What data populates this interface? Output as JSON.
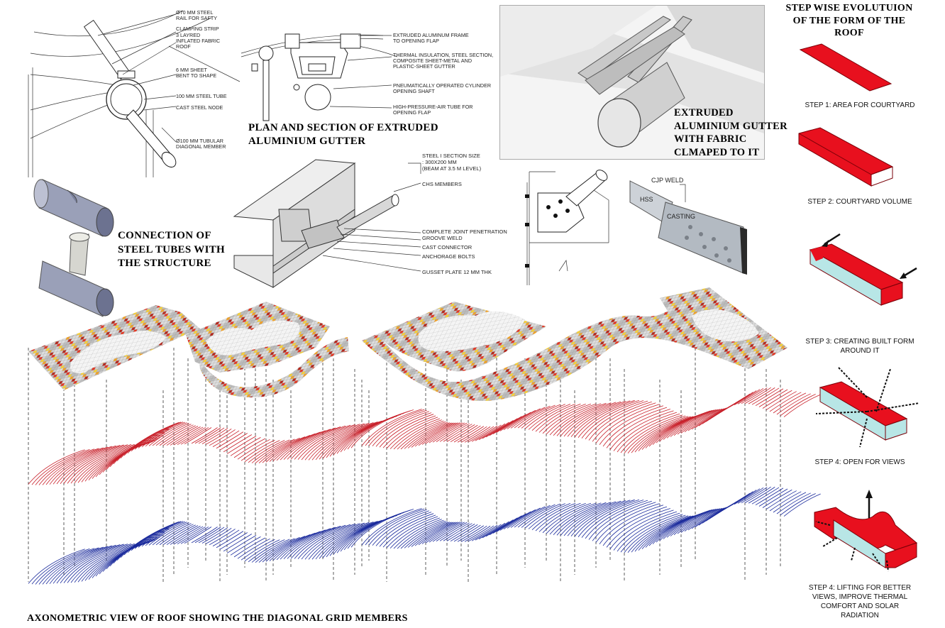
{
  "titles": {
    "plan_section": [
      "PLAN AND SECTION OF EXTRUDED",
      "ALUMINIUM GUTTER"
    ],
    "connection": [
      "CONNECTION OF",
      "STEEL TUBES WITH",
      "THE STRUCTURE"
    ],
    "gutter_fabric": [
      "EXTRUDED",
      "ALUMINIUM GUTTER",
      "WITH FABRIC",
      "CLMAPED TO IT"
    ],
    "step_wise": [
      "STEP WISE EVOLUTUION",
      "OF THE FORM OF THE",
      "ROOF"
    ],
    "axonometric": "AXONOMETRIC VIEW OF ROOF SHOWING THE DIAGONAL GRID MEMBERS"
  },
  "node_labels": [
    "Ø70 MM STEEL",
    "RAIL FOR SAFTY",
    "CLAMPING STRIP",
    "3 LAYRED",
    "INFLATED FABRIC",
    "ROOF",
    "6 MM SHEET",
    "BENT TO SHAPE",
    "100 MM STEEL TUBE",
    "CAST STEEL NODE",
    "Ø100 MM TUBULAR",
    "DIAGONAL MEMBER"
  ],
  "gutter_labels": [
    "EXTRUDED ALUMINUM FRAME",
    "TO OPENING FLAP",
    "THERMAL INSULATION, STEEL SECTION,",
    "COMPOSITE SHEET-METAL AND",
    "PLASTIC-SHEET GUTTER",
    "PNEUMATICALLY OPERATED CYLINDER",
    "OPENING SHAFT",
    "HIGH-PRESSURE-AIR TUBE FOR",
    "OPENING FLAP"
  ],
  "beam_labels": [
    "STEEL I SECTION SIZE",
    ": 300X200 MM",
    "(BEAM AT 3.5 M LEVEL)",
    "CHS MEMBERS",
    "COMPLETE JOINT PENETRATION",
    "GROOVE WELD",
    "CAST CONNECTOR",
    "ANCHORAGE BOLTS",
    "GUSSET PLATE 12 MM THK"
  ],
  "casting_labels": {
    "weld": "CJP WELD",
    "hss": "HSS",
    "casting": "CASTING"
  },
  "steps": [
    {
      "label": [
        "STEP 1: AREA FOR COURTYARD"
      ]
    },
    {
      "label": [
        "STEP 2: COURTYARD VOLUME"
      ]
    },
    {
      "label": [
        "STEP 3: CREATING BUILT FORM",
        "AROUND IT"
      ]
    },
    {
      "label": [
        "STEP 4: OPEN FOR VIEWS"
      ]
    },
    {
      "label": [
        "STEP 4: LIFTING FOR BETTER",
        "VIEWS, IMPROVE THERMAL",
        "COMFORT AND SOLAR",
        "RADIATION"
      ]
    }
  ],
  "colors": {
    "roof_red": "#e8101e",
    "glass": "#b8e6e6",
    "red_lines": "#c8202a",
    "blue_lines": "#1a2a9c",
    "tile_palette": [
      "#c9c9c9",
      "#d7d7d7",
      "#b8b8b8",
      "#e33a26",
      "#f0a22a",
      "#b5281e",
      "#f5d03a",
      "#e06a2a"
    ]
  }
}
